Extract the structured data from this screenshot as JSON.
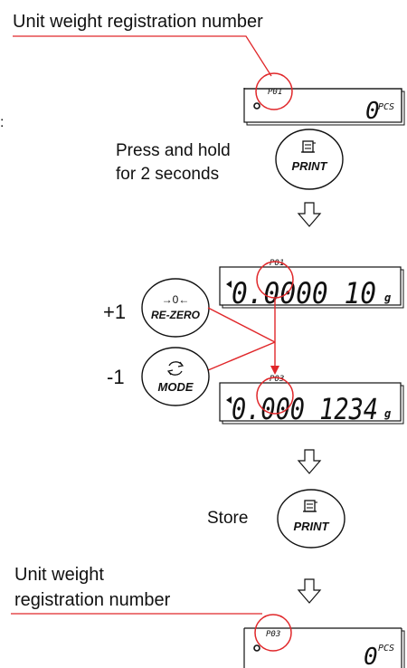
{
  "labels": {
    "top_caption": "Unit weight registration number",
    "press_hold_line1": "Press and hold",
    "press_hold_line2": "for 2 seconds",
    "plus_one": "+1",
    "minus_one": "-1",
    "store": "Store",
    "bottom_caption_line1": "Unit weight",
    "bottom_caption_line2": "registration number"
  },
  "buttons": {
    "print_label": "PRINT",
    "rezero_arrows": "→0←",
    "rezero_label": "RE-ZERO",
    "mode_label": "MODE"
  },
  "displays": {
    "top": {
      "code": "P01",
      "value": "0",
      "unit": "PCS"
    },
    "middle1": {
      "code": "P01",
      "value": "0.0000 10",
      "unit": "g"
    },
    "middle2": {
      "code": "P03",
      "value": "0.000 1234",
      "unit": "g"
    },
    "bottom": {
      "code": "P03",
      "value": "0",
      "unit": "PCS"
    }
  },
  "colors": {
    "accent": "#e0272a",
    "stroke": "#111111"
  }
}
